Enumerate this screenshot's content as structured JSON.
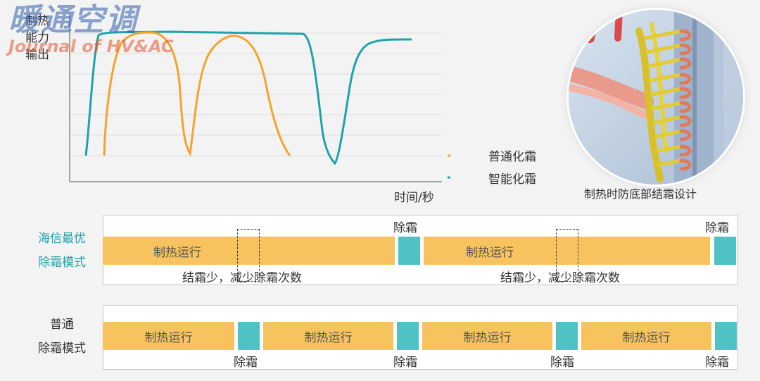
{
  "watermark": {
    "cn": "暖通空调",
    "en": "Journal of HV&AC"
  },
  "chart": {
    "y_axis_label": [
      "制热",
      "能力",
      "输出"
    ],
    "x_axis_label": "时间/秒",
    "legend": [
      {
        "label": "普通化霜",
        "color": "#f3a42c"
      },
      {
        "label": "智能化霜",
        "color": "#1fa3a8"
      }
    ]
  },
  "illustration": {
    "caption": "制热时防底部结霜设计"
  },
  "hisense_mode": {
    "title_line1": "海信最优",
    "title_line2": "除霜模式",
    "run_label": "制热运行",
    "defrost_label": "除霜",
    "note": "结霜少，减少除霜次数"
  },
  "normal_mode": {
    "title_line1": "普通",
    "title_line2": "除霜模式",
    "run_label": "制热运行",
    "defrost_label": "除霜"
  },
  "colors": {
    "run": "#f7c35f",
    "defrost": "#4fc2c5",
    "teal_text": "#1fa3a8"
  }
}
